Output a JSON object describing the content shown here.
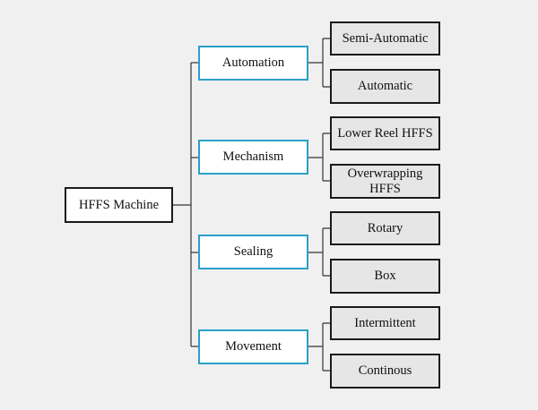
{
  "root": {
    "label": "HFFS Machine"
  },
  "categories": [
    {
      "label": "Automation",
      "items": [
        {
          "label": "Semi-Automatic"
        },
        {
          "label": "Automatic"
        }
      ]
    },
    {
      "label": "Mechanism",
      "items": [
        {
          "label": "Lower Reel HFFS"
        },
        {
          "label": "Overwrapping HFFS"
        }
      ]
    },
    {
      "label": "Sealing",
      "items": [
        {
          "label": "Rotary"
        },
        {
          "label": "Box"
        }
      ]
    },
    {
      "label": "Movement",
      "items": [
        {
          "label": "Intermittent"
        },
        {
          "label": "Continous"
        }
      ]
    }
  ],
  "colors": {
    "category_border": "#2aa0c8",
    "leaf_fill": "#e6e6e6",
    "outline": "#1a1a1a",
    "background": "#f0f0f0"
  }
}
